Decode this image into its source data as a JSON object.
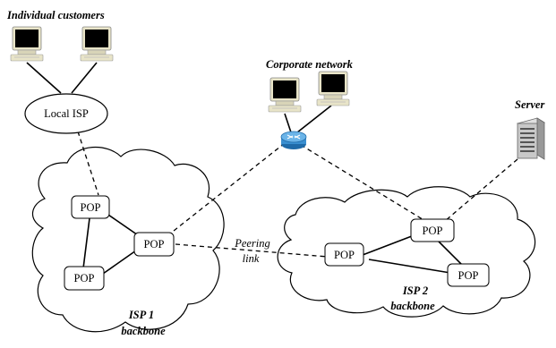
{
  "labels": {
    "individual_customers": "Individual customers",
    "corporate_network": "Corporate network",
    "server": "Server",
    "local_isp": "Local ISP",
    "peering_line1": "Peering",
    "peering_line2": "link",
    "isp1_line1": "ISP 1",
    "isp1_line2": "backbone",
    "isp2_line1": "ISP 2",
    "isp2_line2": "backbone",
    "pop": "POP"
  },
  "colors": {
    "router": "#3a8fd0",
    "monitor_body": "#e8e4c8",
    "screen": "#000000",
    "server_body": "#c8c8c8"
  }
}
